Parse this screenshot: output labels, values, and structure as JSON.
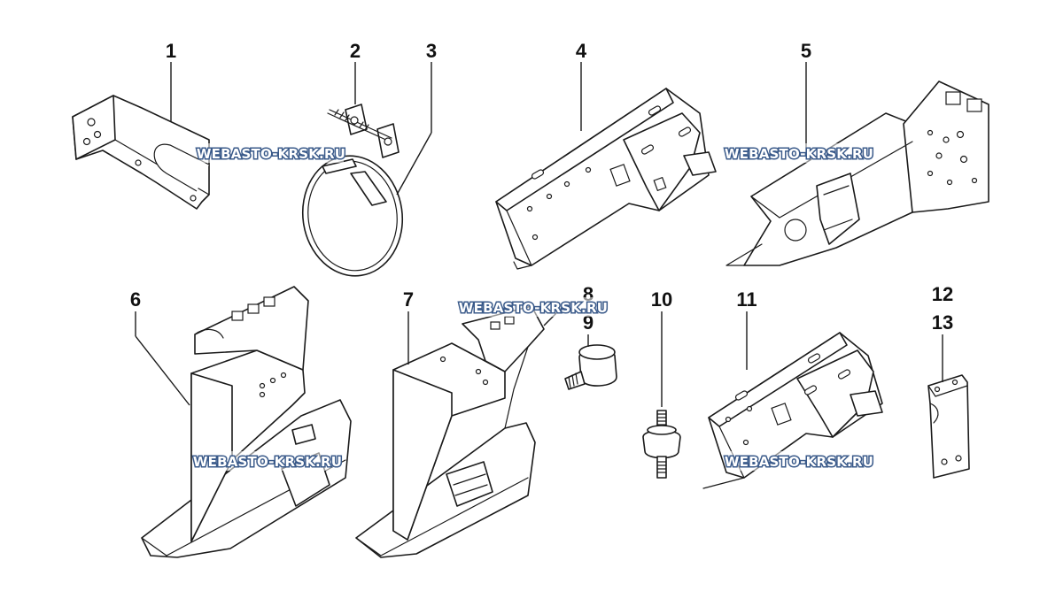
{
  "diagram": {
    "callouts": [
      "1",
      "2",
      "3",
      "4",
      "5",
      "6",
      "7",
      "8",
      "9",
      "10",
      "11",
      "12",
      "13"
    ],
    "watermark": "WEBASTO-KRSK.RU",
    "colors": {
      "line": "#1a1a1a",
      "watermark_fill": "#ffffff",
      "watermark_outline": "#3a5a8a",
      "background": "#ffffff"
    }
  }
}
